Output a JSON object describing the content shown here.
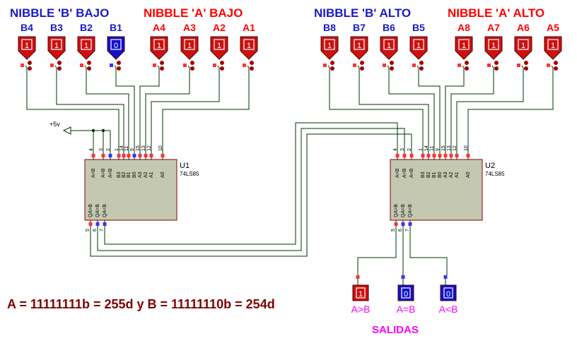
{
  "headers": {
    "b_low": "NIBBLE 'B' BAJO",
    "a_low": "NIBBLE 'A' BAJO",
    "b_high": "NIBBLE 'B' ALTO",
    "a_high": "NIBBLE 'A' ALTO"
  },
  "inputs_low": [
    {
      "label": "B4",
      "value": "1",
      "color": "#cc1111"
    },
    {
      "label": "B3",
      "value": "1",
      "color": "#cc1111"
    },
    {
      "label": "B2",
      "value": "1",
      "color": "#cc1111"
    },
    {
      "label": "B1",
      "value": "0",
      "color": "#1111cc"
    },
    {
      "label": "A4",
      "value": "1",
      "color": "#cc1111"
    },
    {
      "label": "A3",
      "value": "1",
      "color": "#cc1111"
    },
    {
      "label": "A2",
      "value": "1",
      "color": "#cc1111"
    },
    {
      "label": "A1",
      "value": "1",
      "color": "#cc1111"
    }
  ],
  "inputs_high": [
    {
      "label": "B8",
      "value": "1",
      "color": "#cc1111"
    },
    {
      "label": "B7",
      "value": "1",
      "color": "#cc1111"
    },
    {
      "label": "B6",
      "value": "1",
      "color": "#cc1111"
    },
    {
      "label": "B5",
      "value": "1",
      "color": "#cc1111"
    },
    {
      "label": "A8",
      "value": "1",
      "color": "#cc1111"
    },
    {
      "label": "A7",
      "value": "1",
      "color": "#cc1111"
    },
    {
      "label": "A6",
      "value": "1",
      "color": "#cc1111"
    },
    {
      "label": "A5",
      "value": "1",
      "color": "#cc1111"
    }
  ],
  "chips": [
    {
      "name": "U1",
      "part": "74LS85",
      "top_pins": [
        "4",
        "3",
        "2",
        "1",
        "14",
        "11",
        "9",
        "15",
        "13",
        "12",
        "10"
      ],
      "top_labels": [
        "A>B",
        "A=B",
        "A<B",
        "B3",
        "B2",
        "B1",
        "B0",
        "A3",
        "A2",
        "A1",
        "A0"
      ],
      "bottom_pins": [
        "5",
        "6",
        "7"
      ],
      "bottom_labels": [
        "QA>B",
        "QA=B",
        "QA<B"
      ]
    },
    {
      "name": "U2",
      "part": "74LS85",
      "top_pins": [
        "4",
        "3",
        "2",
        "1",
        "14",
        "11",
        "9",
        "15",
        "13",
        "12",
        "10"
      ],
      "top_labels": [
        "A>B",
        "A=B",
        "A<B",
        "B3",
        "B2",
        "B1",
        "B0",
        "A3",
        "A2",
        "A1",
        "A0"
      ],
      "bottom_pins": [
        "5",
        "6",
        "7"
      ],
      "bottom_labels": [
        "QA>B",
        "QA=B",
        "QA<B"
      ]
    }
  ],
  "supply": "+5v",
  "outputs": [
    {
      "label": "A>B",
      "value": "1",
      "color": "#cc1111"
    },
    {
      "label": "A=B",
      "value": "0",
      "color": "#1111cc"
    },
    {
      "label": "A<B",
      "value": "0",
      "color": "#1111cc"
    }
  ],
  "outputs_title": "SALIDAS",
  "equation": "A = 11111111b = 255d y B = 11111110b = 254d",
  "colors": {
    "red": "#ff0000",
    "blue": "#1a1acc",
    "wire": "#003300",
    "chip_fill": "#c4c8b0",
    "chip_border": "#8b0000",
    "magenta": "#ff00ff",
    "equation": "#800000"
  }
}
